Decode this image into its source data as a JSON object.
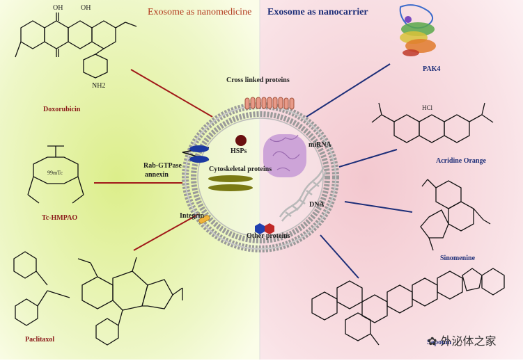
{
  "headers": {
    "left": "Exosome as nanomedicine",
    "right": "Exosome as nanocarrier"
  },
  "drugs": {
    "doxorubicin": "Doxorubicin",
    "tc_hmpao": "Tc-HMPAO",
    "paclitaxol": "Paclitaxol",
    "pak4": "PAK4",
    "acridine": "Acridine Orange",
    "acridine_hcl": "HCl",
    "sinomenine": "Sinomenine",
    "saponin": "Saponin"
  },
  "components": {
    "cross_linked": "Cross linked proteins",
    "hsps": "HSPs",
    "mirna": "miRNA",
    "rab": "Rab-GTPase",
    "annexin": "annexin",
    "cytoskeletal": "Cytoskeletal proteins",
    "dna": "DNA",
    "integrin": "Integrin",
    "other": "Other proteins"
  },
  "chem": {
    "oh": "OH",
    "nh2": "NH2",
    "tc": "99mTc"
  },
  "watermark": "外泌体之家",
  "colors": {
    "left_bg": "#e4f2a8",
    "right_bg": "#f6d6dc",
    "red_line": "#a01818",
    "blue_line": "#1d2e78"
  }
}
